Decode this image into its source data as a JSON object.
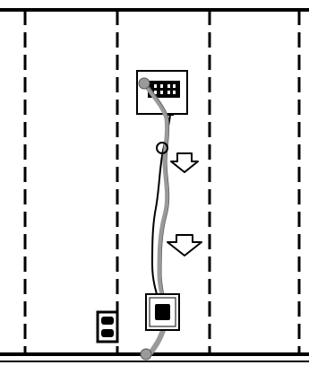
{
  "diagram": {
    "colors": {
      "background": "#ffffff",
      "line": "#000000",
      "cable_gray": "#9a9a9a",
      "arrow_fill": "#ffffff"
    },
    "elements": [
      "top-plate",
      "bottom-plate",
      "wall-studs",
      "top-opening-box",
      "cable-connector-top",
      "cable-clamp",
      "routed-cable",
      "pull-direction-arrows",
      "bottom-opening-box",
      "existing-outlet",
      "cable-connector-bottom"
    ],
    "stud_count": 4,
    "arrow_count": 2,
    "outlet_receptacle_count": 2
  }
}
